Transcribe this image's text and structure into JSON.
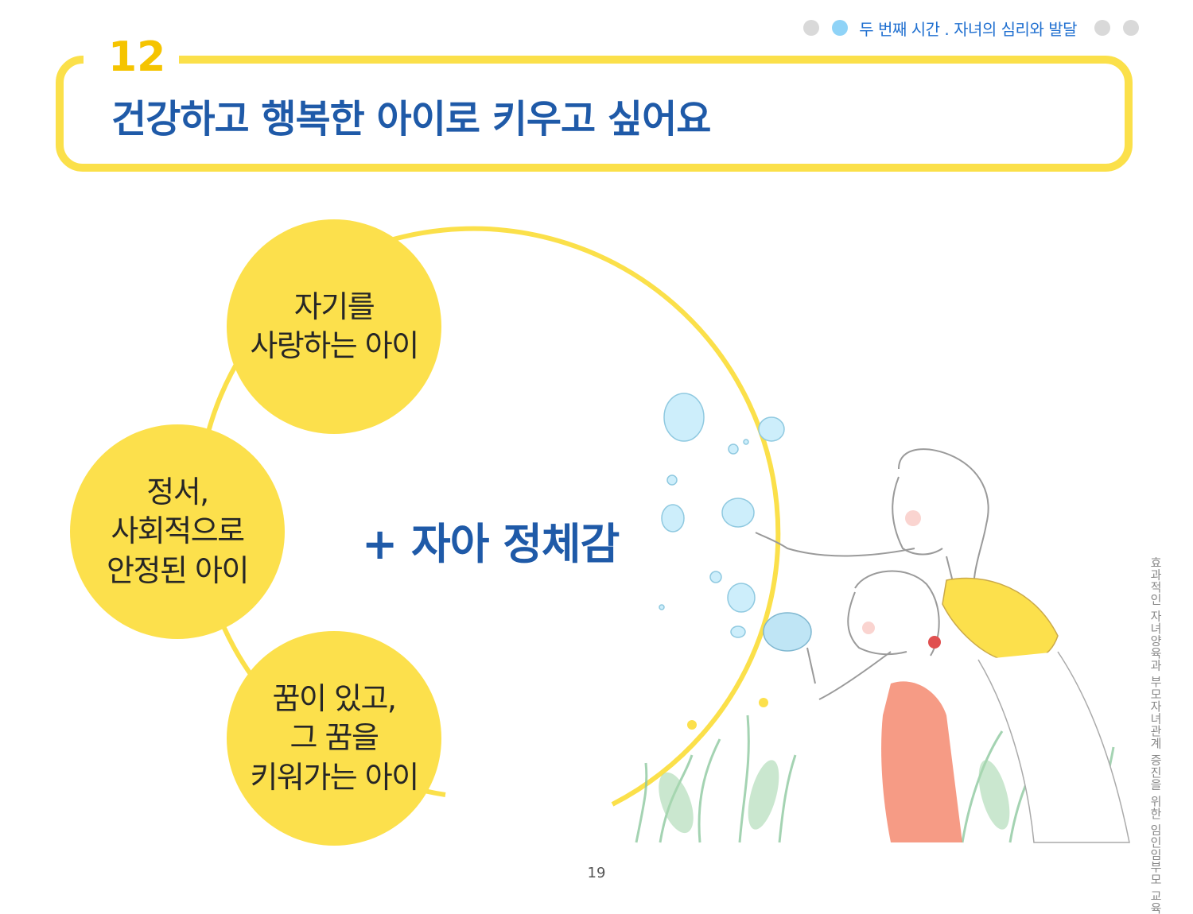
{
  "header": {
    "breadcrumb": "두 번째 시간 . 자녀의 심리와 발달"
  },
  "section": {
    "number": "12",
    "title": "건강하고 행복한 아이로 키우고 싶어요"
  },
  "diagram": {
    "items": [
      {
        "label": "자기를\n사랑하는 아이"
      },
      {
        "label": "정서,\n사회적으로\n안정된 아이"
      },
      {
        "label": "꿈이 있고,\n그 꿈을\n키워가는 아이"
      }
    ],
    "center_label": "+ 자아 정체감"
  },
  "side_text": "효과적인 자녀양육과 부모자녀관계 증진을 위한 임인임부모 교육",
  "page_number": "19",
  "colors": {
    "accent_yellow": "#fce04c",
    "title_blue": "#1f5aa8",
    "breadcrumb_blue": "#1f6fd0",
    "active_dot": "#8fd3f7"
  },
  "illustration": {
    "icon": "mother-child-bubbles-illustration"
  }
}
